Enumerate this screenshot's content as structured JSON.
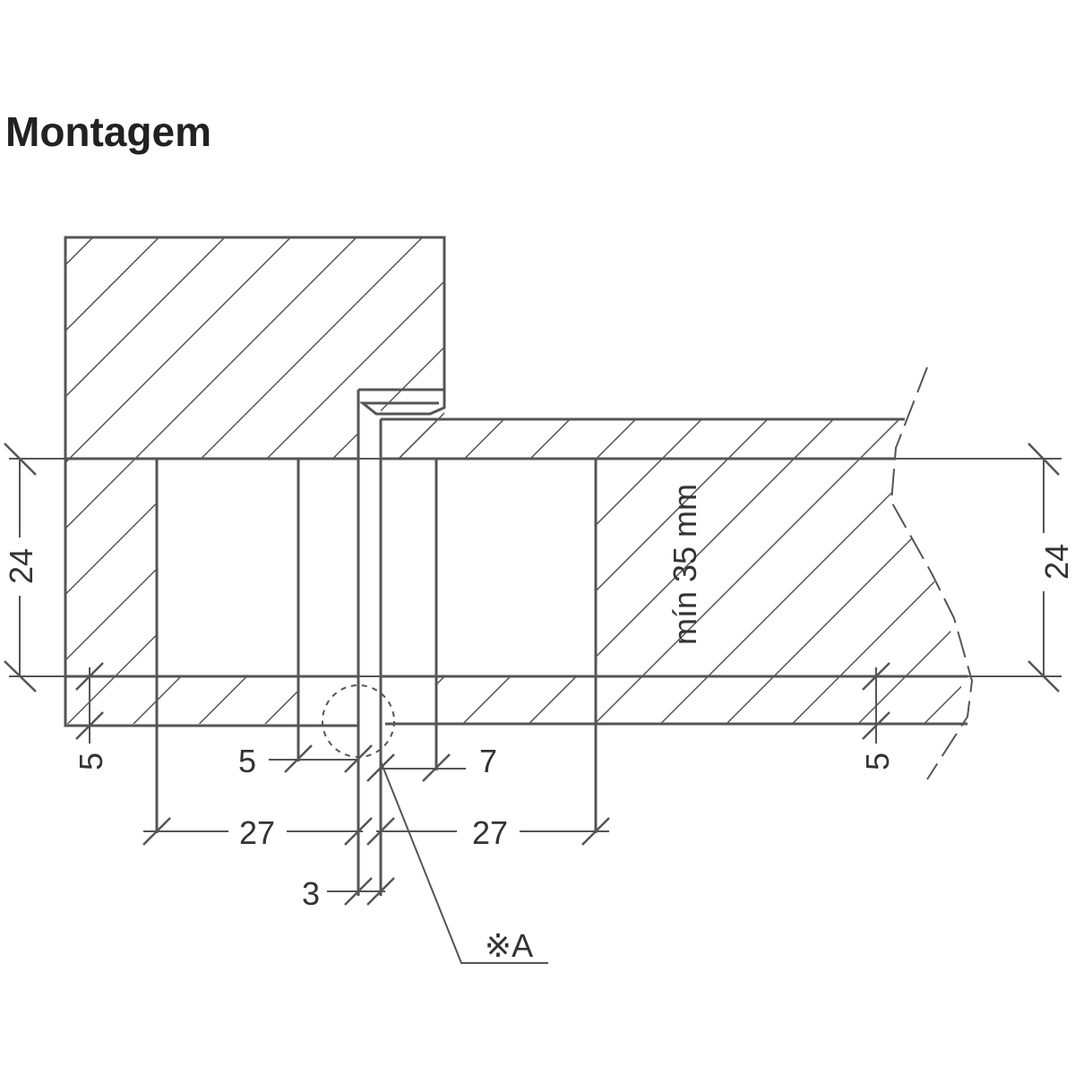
{
  "title": "Montagem",
  "dimensions": {
    "left_height": "24",
    "right_height": "24",
    "left_bottom": "5",
    "right_bottom": "5",
    "mid_left_gap": "5",
    "mid_right_gap": "7",
    "left_depth": "27",
    "right_depth": "27",
    "pin_width": "3",
    "min_thickness": "mín 35 mm"
  },
  "detail_label": "※A",
  "colors": {
    "line": "#555555",
    "text": "#333333"
  }
}
